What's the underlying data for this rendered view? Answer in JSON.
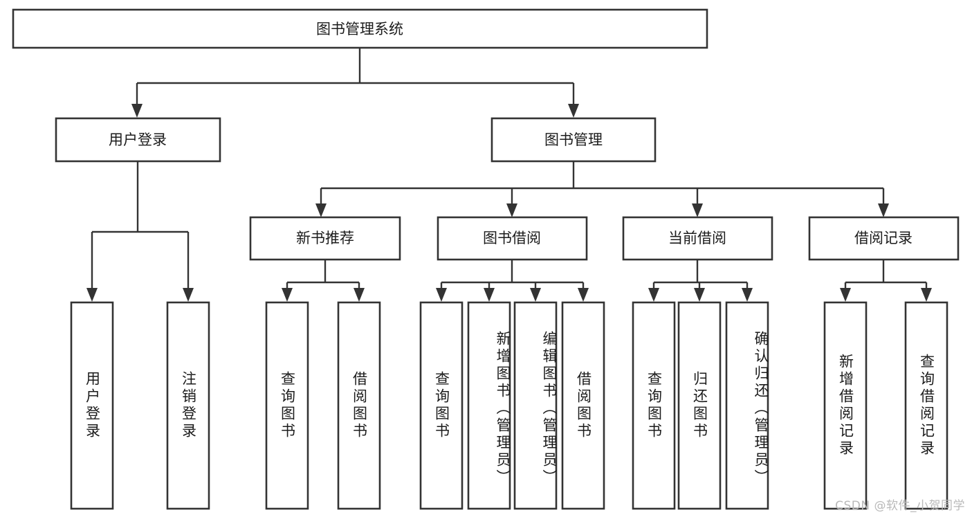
{
  "diagram": {
    "title": "图书管理系统",
    "type": "tree-hierarchy-diagram",
    "root": {
      "label": "图书管理系统"
    },
    "level2": [
      {
        "label": "用户登录"
      },
      {
        "label": "图书管理"
      }
    ],
    "level3": [
      {
        "label": "新书推荐"
      },
      {
        "label": "图书借阅"
      },
      {
        "label": "当前借阅"
      },
      {
        "label": "借阅记录"
      }
    ],
    "leaves": {
      "user_login": [
        {
          "label": "用户登录"
        },
        {
          "label": "注销登录"
        }
      ],
      "new_book_recommend": [
        {
          "label": "查询图书"
        },
        {
          "label": "借阅图书"
        }
      ],
      "book_borrow": [
        {
          "label": "查询图书"
        },
        {
          "label": "新增图书（管理员）"
        },
        {
          "label": "编辑图书（管理员）"
        },
        {
          "label": "借阅图书"
        }
      ],
      "current_borrow": [
        {
          "label": "查询图书"
        },
        {
          "label": "归还图书"
        },
        {
          "label": "确认归还（管理员）"
        }
      ],
      "borrow_record": [
        {
          "label": "新增借阅记录"
        },
        {
          "label": "查询借阅记录"
        }
      ]
    }
  },
  "watermark": {
    "text": "CSDN @软件_小贺同学"
  },
  "colors": {
    "stroke": "#333333",
    "fill": "#ffffff",
    "text": "#1b1b1b",
    "watermark": "#b9b9b9"
  }
}
